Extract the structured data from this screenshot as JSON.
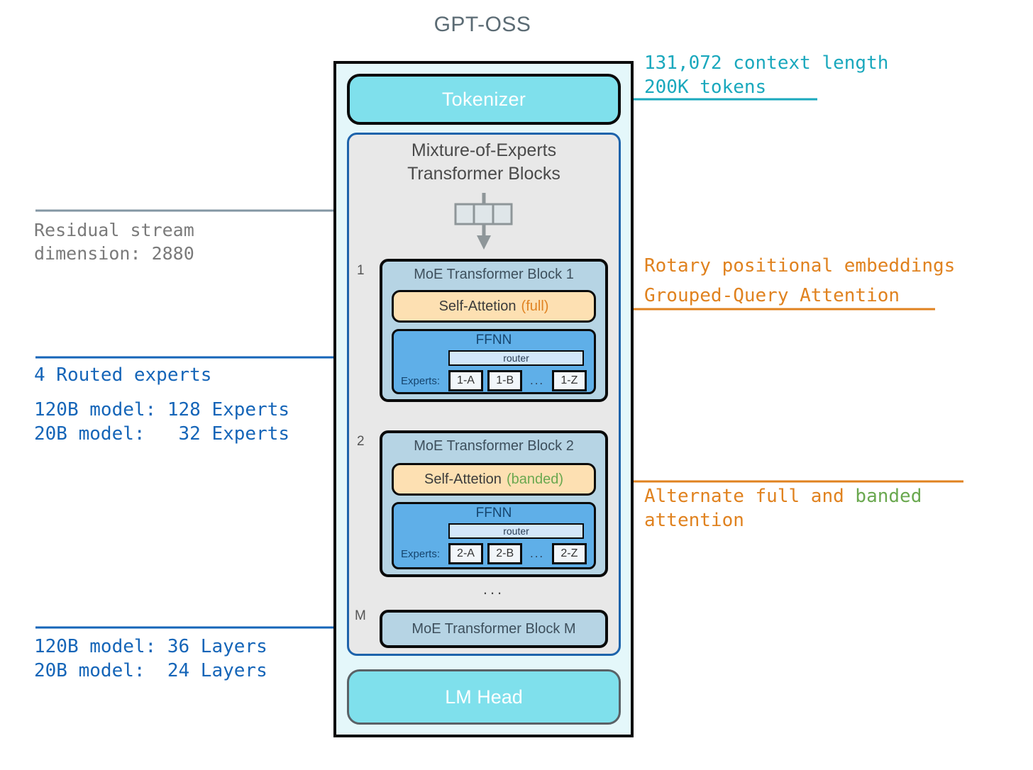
{
  "title": "GPT-OSS",
  "model": {
    "tokenizer_label": "Tokenizer",
    "moe_heading_line1": "Mixture-of-Experts",
    "moe_heading_line2": "Transformer Blocks",
    "lm_head_label": "LM Head",
    "blocks_ellipsis": "...",
    "blocks": [
      {
        "index_label": "1",
        "title": "MoE Transformer Block 1",
        "attention_label": "Self-Attetion",
        "attention_mode": "(full)",
        "attention_mode_kind": "full",
        "ffnn_title": "FFNN",
        "router_label": "router",
        "experts_label": "Experts:",
        "experts": [
          "1-A",
          "1-B",
          "1-Z"
        ],
        "experts_ellipsis": "..."
      },
      {
        "index_label": "2",
        "title": "MoE Transformer Block 2",
        "attention_label": "Self-Attetion",
        "attention_mode": "(banded)",
        "attention_mode_kind": "banded",
        "ffnn_title": "FFNN",
        "router_label": "router",
        "experts_label": "Experts:",
        "experts": [
          "2-A",
          "2-B",
          "2-Z"
        ],
        "experts_ellipsis": "..."
      }
    ],
    "last_block": {
      "index_label": "M",
      "title": "MoE Transformer Block M"
    }
  },
  "annotations": {
    "context": "131,072 context length\n200K tokens",
    "residual": "Residual stream\ndimension: 2880",
    "rope": "Rotary positional embeddings\nGrouped-Query Attention",
    "routed_experts": "4 Routed experts",
    "experts_counts": "120B model: 128 Experts\n20B model:   32 Experts",
    "alternate_prefix": "Alternate full and ",
    "alternate_banded": "banded",
    "alternate_suffix": "\nattention",
    "layers": "120B model: 36 Layers\n20B model:  24 Layers"
  },
  "colors": {
    "cyan": "#1aa8bd",
    "blue": "#1565b8",
    "orange": "#e0821f",
    "green": "#6aa84f",
    "gray": "#7a7a7a",
    "tokenizer_fill": "#7fe0ec",
    "block_fill": "#b6d4e4",
    "attention_fill": "#fde0b2",
    "ffnn_fill": "#5fafe8",
    "container_fill": "#e4f7fa",
    "moe_fill": "#e8e8e8"
  }
}
